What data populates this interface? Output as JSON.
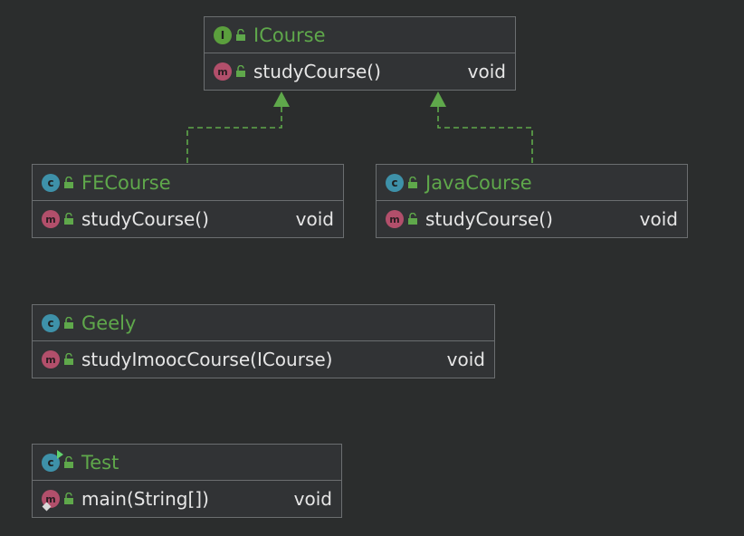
{
  "diagram": {
    "classes": [
      {
        "id": "icourse",
        "kind": "interface",
        "badge": "I",
        "name": "ICourse",
        "methods": [
          {
            "badge": "m",
            "name": "studyCourse()",
            "return": "void"
          }
        ]
      },
      {
        "id": "fecourse",
        "kind": "class",
        "badge": "c",
        "name": "FECourse",
        "methods": [
          {
            "badge": "m",
            "name": "studyCourse()",
            "return": "void"
          }
        ]
      },
      {
        "id": "javacourse",
        "kind": "class",
        "badge": "c",
        "name": "JavaCourse",
        "methods": [
          {
            "badge": "m",
            "name": "studyCourse()",
            "return": "void"
          }
        ]
      },
      {
        "id": "geely",
        "kind": "class",
        "badge": "c",
        "name": "Geely",
        "methods": [
          {
            "badge": "m",
            "name": "studyImoocCourse(ICourse)",
            "return": "void"
          }
        ]
      },
      {
        "id": "test",
        "kind": "class",
        "badge": "c",
        "name": "Test",
        "methods": [
          {
            "badge": "m",
            "name": "main(String[])",
            "return": "void"
          }
        ]
      }
    ],
    "relations": [
      {
        "type": "implements",
        "from": "FECourse",
        "to": "ICourse"
      },
      {
        "type": "implements",
        "from": "JavaCourse",
        "to": "ICourse"
      }
    ],
    "colors": {
      "background": "#2b2d2d",
      "box": "#313335",
      "border": "#6b6e70",
      "class_name": "#5fa84b",
      "class_badge": "#3e91a9",
      "interface_badge": "#5b9f3d",
      "method_badge": "#b24f6b",
      "text": "#e6e6e6",
      "realization_line": "#5fa84b"
    }
  }
}
